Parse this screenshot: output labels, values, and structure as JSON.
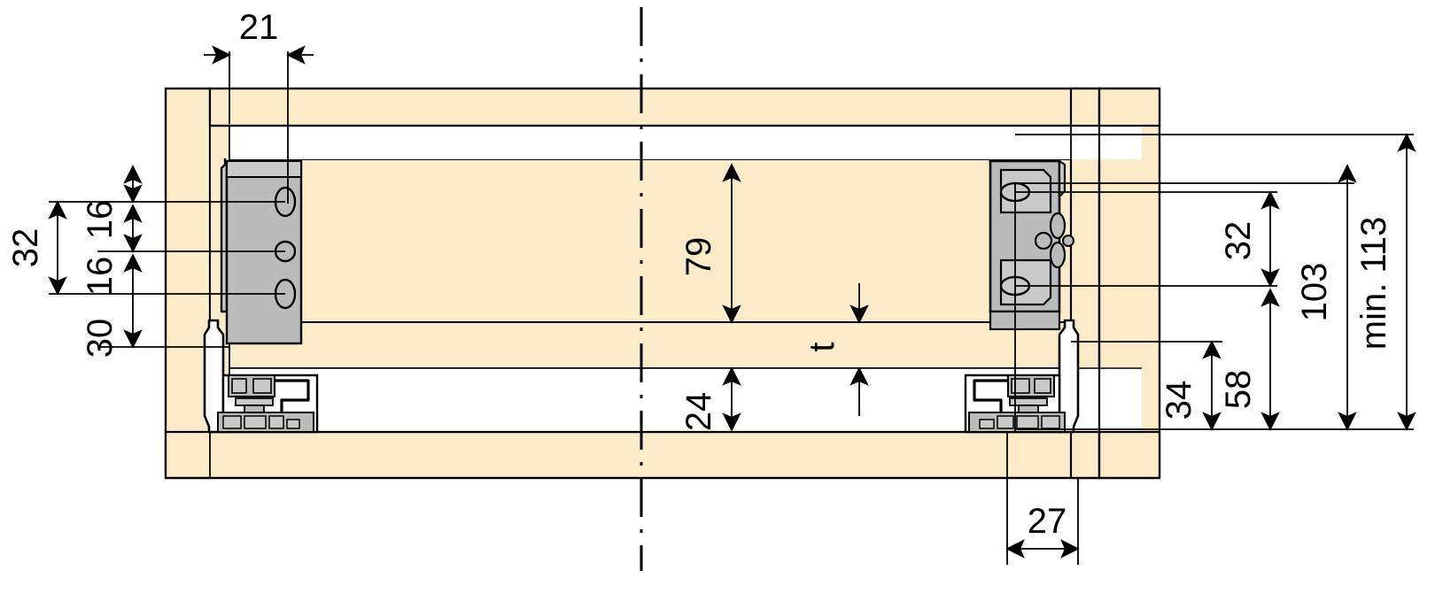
{
  "drawing": {
    "title": "Drawer slide runner mounting cross-section",
    "type": "technical-dimensioned-drawing",
    "units": "mm",
    "colors": {
      "wood": "#FCEBC8",
      "wood_light": "#FDEFD4",
      "metal": "#BBBBBB",
      "metal_light": "#C9C9C9",
      "line": "#000000",
      "background": "#FFFFFF"
    }
  },
  "dimensions": {
    "top": [
      {
        "id": "d21",
        "value": "21",
        "orientation": "horizontal",
        "arrows": "inward"
      }
    ],
    "left": [
      {
        "id": "d32",
        "value": "32",
        "orientation": "vertical",
        "arrows": "outward"
      },
      {
        "id": "d16a",
        "value": "16",
        "orientation": "vertical",
        "arrows": "outward"
      },
      {
        "id": "d16b",
        "value": "16",
        "orientation": "vertical",
        "arrows": "outward"
      },
      {
        "id": "d30",
        "value": "30",
        "orientation": "vertical",
        "arrows": "outward"
      }
    ],
    "center": [
      {
        "id": "d79",
        "value": "79",
        "orientation": "vertical",
        "arrows": "outward"
      },
      {
        "id": "d24",
        "value": "24",
        "orientation": "vertical",
        "arrows": "outward"
      },
      {
        "id": "dt",
        "value": "t",
        "orientation": "vertical",
        "arrows": "inward"
      }
    ],
    "right": [
      {
        "id": "d32r",
        "value": "32",
        "orientation": "vertical",
        "arrows": "outward"
      },
      {
        "id": "d34",
        "value": "34",
        "orientation": "vertical",
        "arrows": "outward"
      },
      {
        "id": "d58",
        "value": "58",
        "orientation": "vertical",
        "arrows": "outward"
      },
      {
        "id": "d103",
        "value": "103",
        "orientation": "vertical",
        "arrows": "outward"
      },
      {
        "id": "dmin113",
        "value": "min. 113",
        "orientation": "vertical",
        "arrows": "outward"
      }
    ],
    "bottom": [
      {
        "id": "d27",
        "value": "27",
        "orientation": "horizontal",
        "arrows": "outward"
      }
    ]
  },
  "components": {
    "left_bracket": {
      "name": "left-mounting-bracket",
      "holes": 3,
      "hole_types": [
        "oval",
        "round",
        "oval"
      ]
    },
    "right_bracket": {
      "name": "right-mounting-bracket",
      "holes": 5,
      "hole_types": [
        "oval",
        "oval-slot",
        "round",
        "oval-slot",
        "oval"
      ]
    },
    "left_runner": {
      "name": "left-slide-runner"
    },
    "right_runner": {
      "name": "right-slide-runner"
    },
    "centerline": {
      "name": "symmetry-centerline",
      "style": "dash-dot"
    }
  }
}
